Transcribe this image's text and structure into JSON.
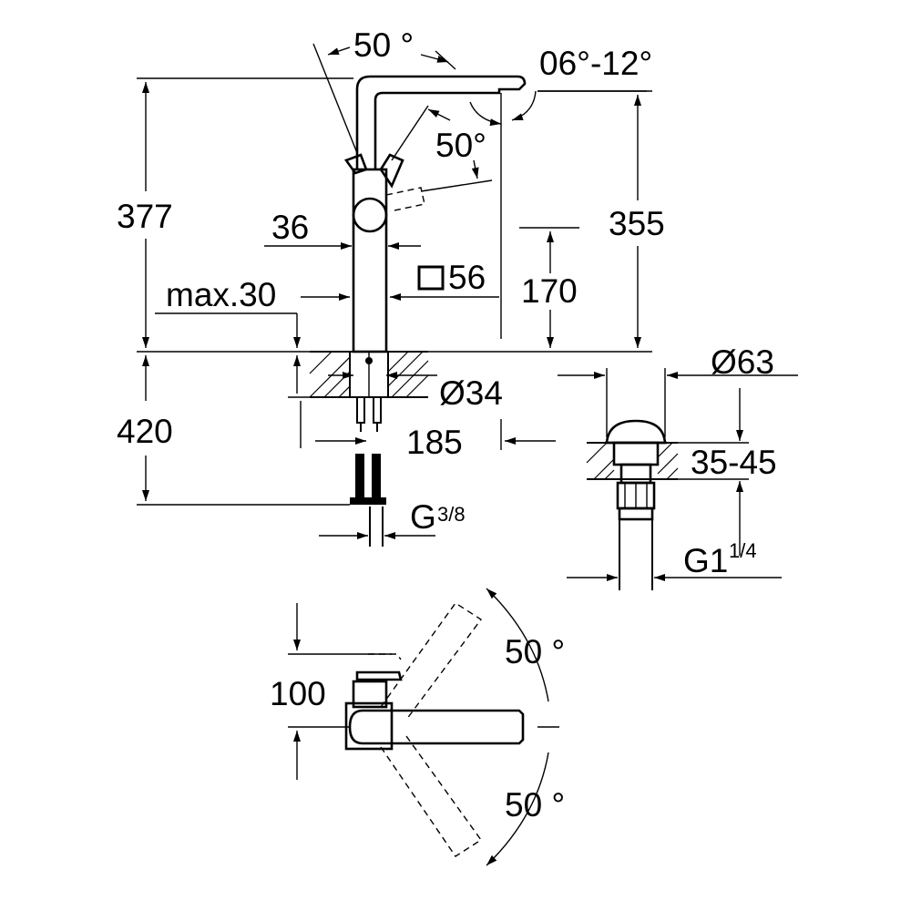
{
  "labels": {
    "angle_top": "50 °",
    "tilt": "06°-12°",
    "angle_lever": "50°",
    "height_total": "377",
    "height_outlet": "355",
    "lever_width": "36",
    "square": "56",
    "spout_height": "170",
    "max_deck": "max.30",
    "below_deck": "420",
    "hole_diameter": "Ø34",
    "spout_reach": "185",
    "thread_feed": "G",
    "thread_feed_frac": "3/8",
    "waste_diameter": "Ø63",
    "waste_range": "35-45",
    "waste_thread": "G1",
    "waste_thread_frac": "1/4",
    "plan_offset": "100",
    "plan_angle_upper": "50 °",
    "plan_angle_lower": "50 °"
  }
}
